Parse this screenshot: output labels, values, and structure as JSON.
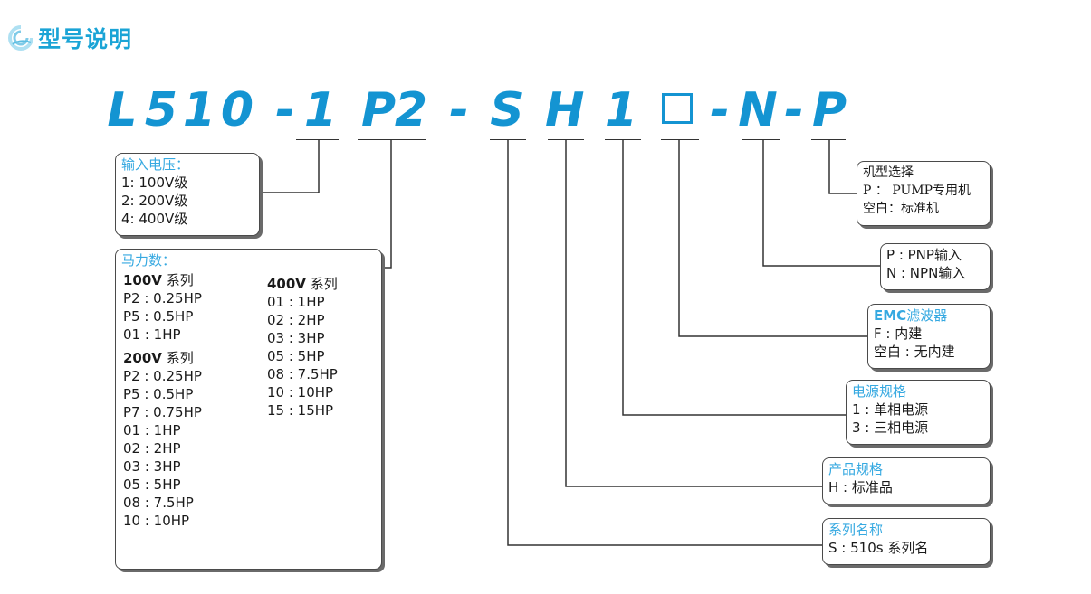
{
  "page_title": "型号说明",
  "model_code": {
    "parts": [
      "L",
      "5",
      "1",
      "0",
      "-",
      "1",
      "P",
      "2",
      "-",
      "S",
      "H",
      "1",
      "-",
      "N",
      "-",
      "P"
    ]
  },
  "boxes": {
    "voltage": {
      "title": "输入电压：",
      "items": [
        "1: 100V级",
        "2: 200V级",
        "4: 400V级"
      ]
    },
    "horsepower": {
      "title": "马力数：",
      "s100": {
        "name": "100V",
        "suffix": " 系列",
        "items": [
          "P2 : 0.25HP",
          "P5 : 0.5HP",
          "01 : 1HP"
        ]
      },
      "s200": {
        "name": "200V",
        "suffix": " 系列",
        "items": [
          "P2 : 0.25HP",
          "P5 : 0.5HP",
          "P7 : 0.75HP",
          "01 : 1HP",
          "02 : 2HP",
          "03 : 3HP",
          "05 : 5HP",
          "08 : 7.5HP",
          "10 : 10HP"
        ]
      },
      "s400": {
        "name": "400V",
        "suffix": " 系列",
        "items": [
          "01 : 1HP",
          "02 : 2HP",
          "03 : 3HP",
          "05 : 5HP",
          "08 : 7.5HP",
          "10 : 10HP",
          "15 : 15HP"
        ]
      }
    },
    "machine": {
      "title": "机型选择",
      "items": [
        "P ： PUMP专用机",
        "空白：标准机"
      ]
    },
    "io": {
      "items": [
        "P : PNP输入",
        "N : NPN输入"
      ]
    },
    "emc": {
      "title_bold": "EMC",
      "title_rest": "滤波器",
      "items": [
        "F : 内建",
        "空白 : 无内建"
      ]
    },
    "power": {
      "title": "电源规格",
      "items": [
        "1 : 单相电源",
        "3 : 三相电源"
      ]
    },
    "product": {
      "title": "产品规格",
      "items": [
        "H : 标准品"
      ]
    },
    "series": {
      "title": "系列名称",
      "items": [
        "S : 510s 系列名"
      ]
    }
  },
  "colors": {
    "accent": "#1494d2",
    "label": "#36a9e1",
    "border": "#4a4a4a"
  }
}
